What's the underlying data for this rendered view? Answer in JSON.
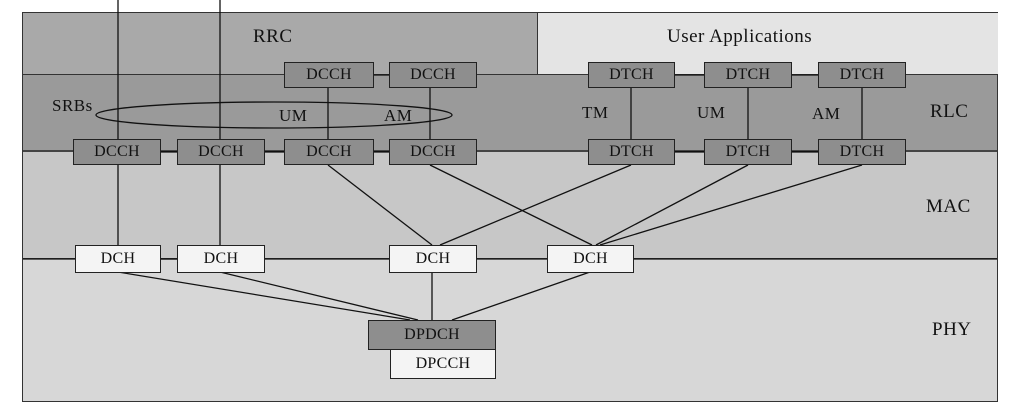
{
  "layers": {
    "rrc": "RRC",
    "user_apps": "User Applications",
    "rlc": "RLC",
    "mac": "MAC",
    "phy": "PHY"
  },
  "labels": {
    "srbs": "SRBs",
    "um_srb": "UM",
    "am_srb": "AM",
    "tm": "TM",
    "um": "UM",
    "am": "AM"
  },
  "channels": {
    "dcch": "DCCH",
    "dtch": "DTCH",
    "dch": "DCH",
    "dpdch": "DPDCH",
    "dpcch": "DPCCH"
  },
  "colors": {
    "rrc_band": "#a9a9a9",
    "user_apps_band": "#e4e4e4",
    "rlc_band": "#9a9a9a",
    "mac_band": "#c7c7c7",
    "phy_band": "#d7d7d7",
    "dark_box": "#8e8e8e",
    "light_box": "#f4f4f4"
  }
}
